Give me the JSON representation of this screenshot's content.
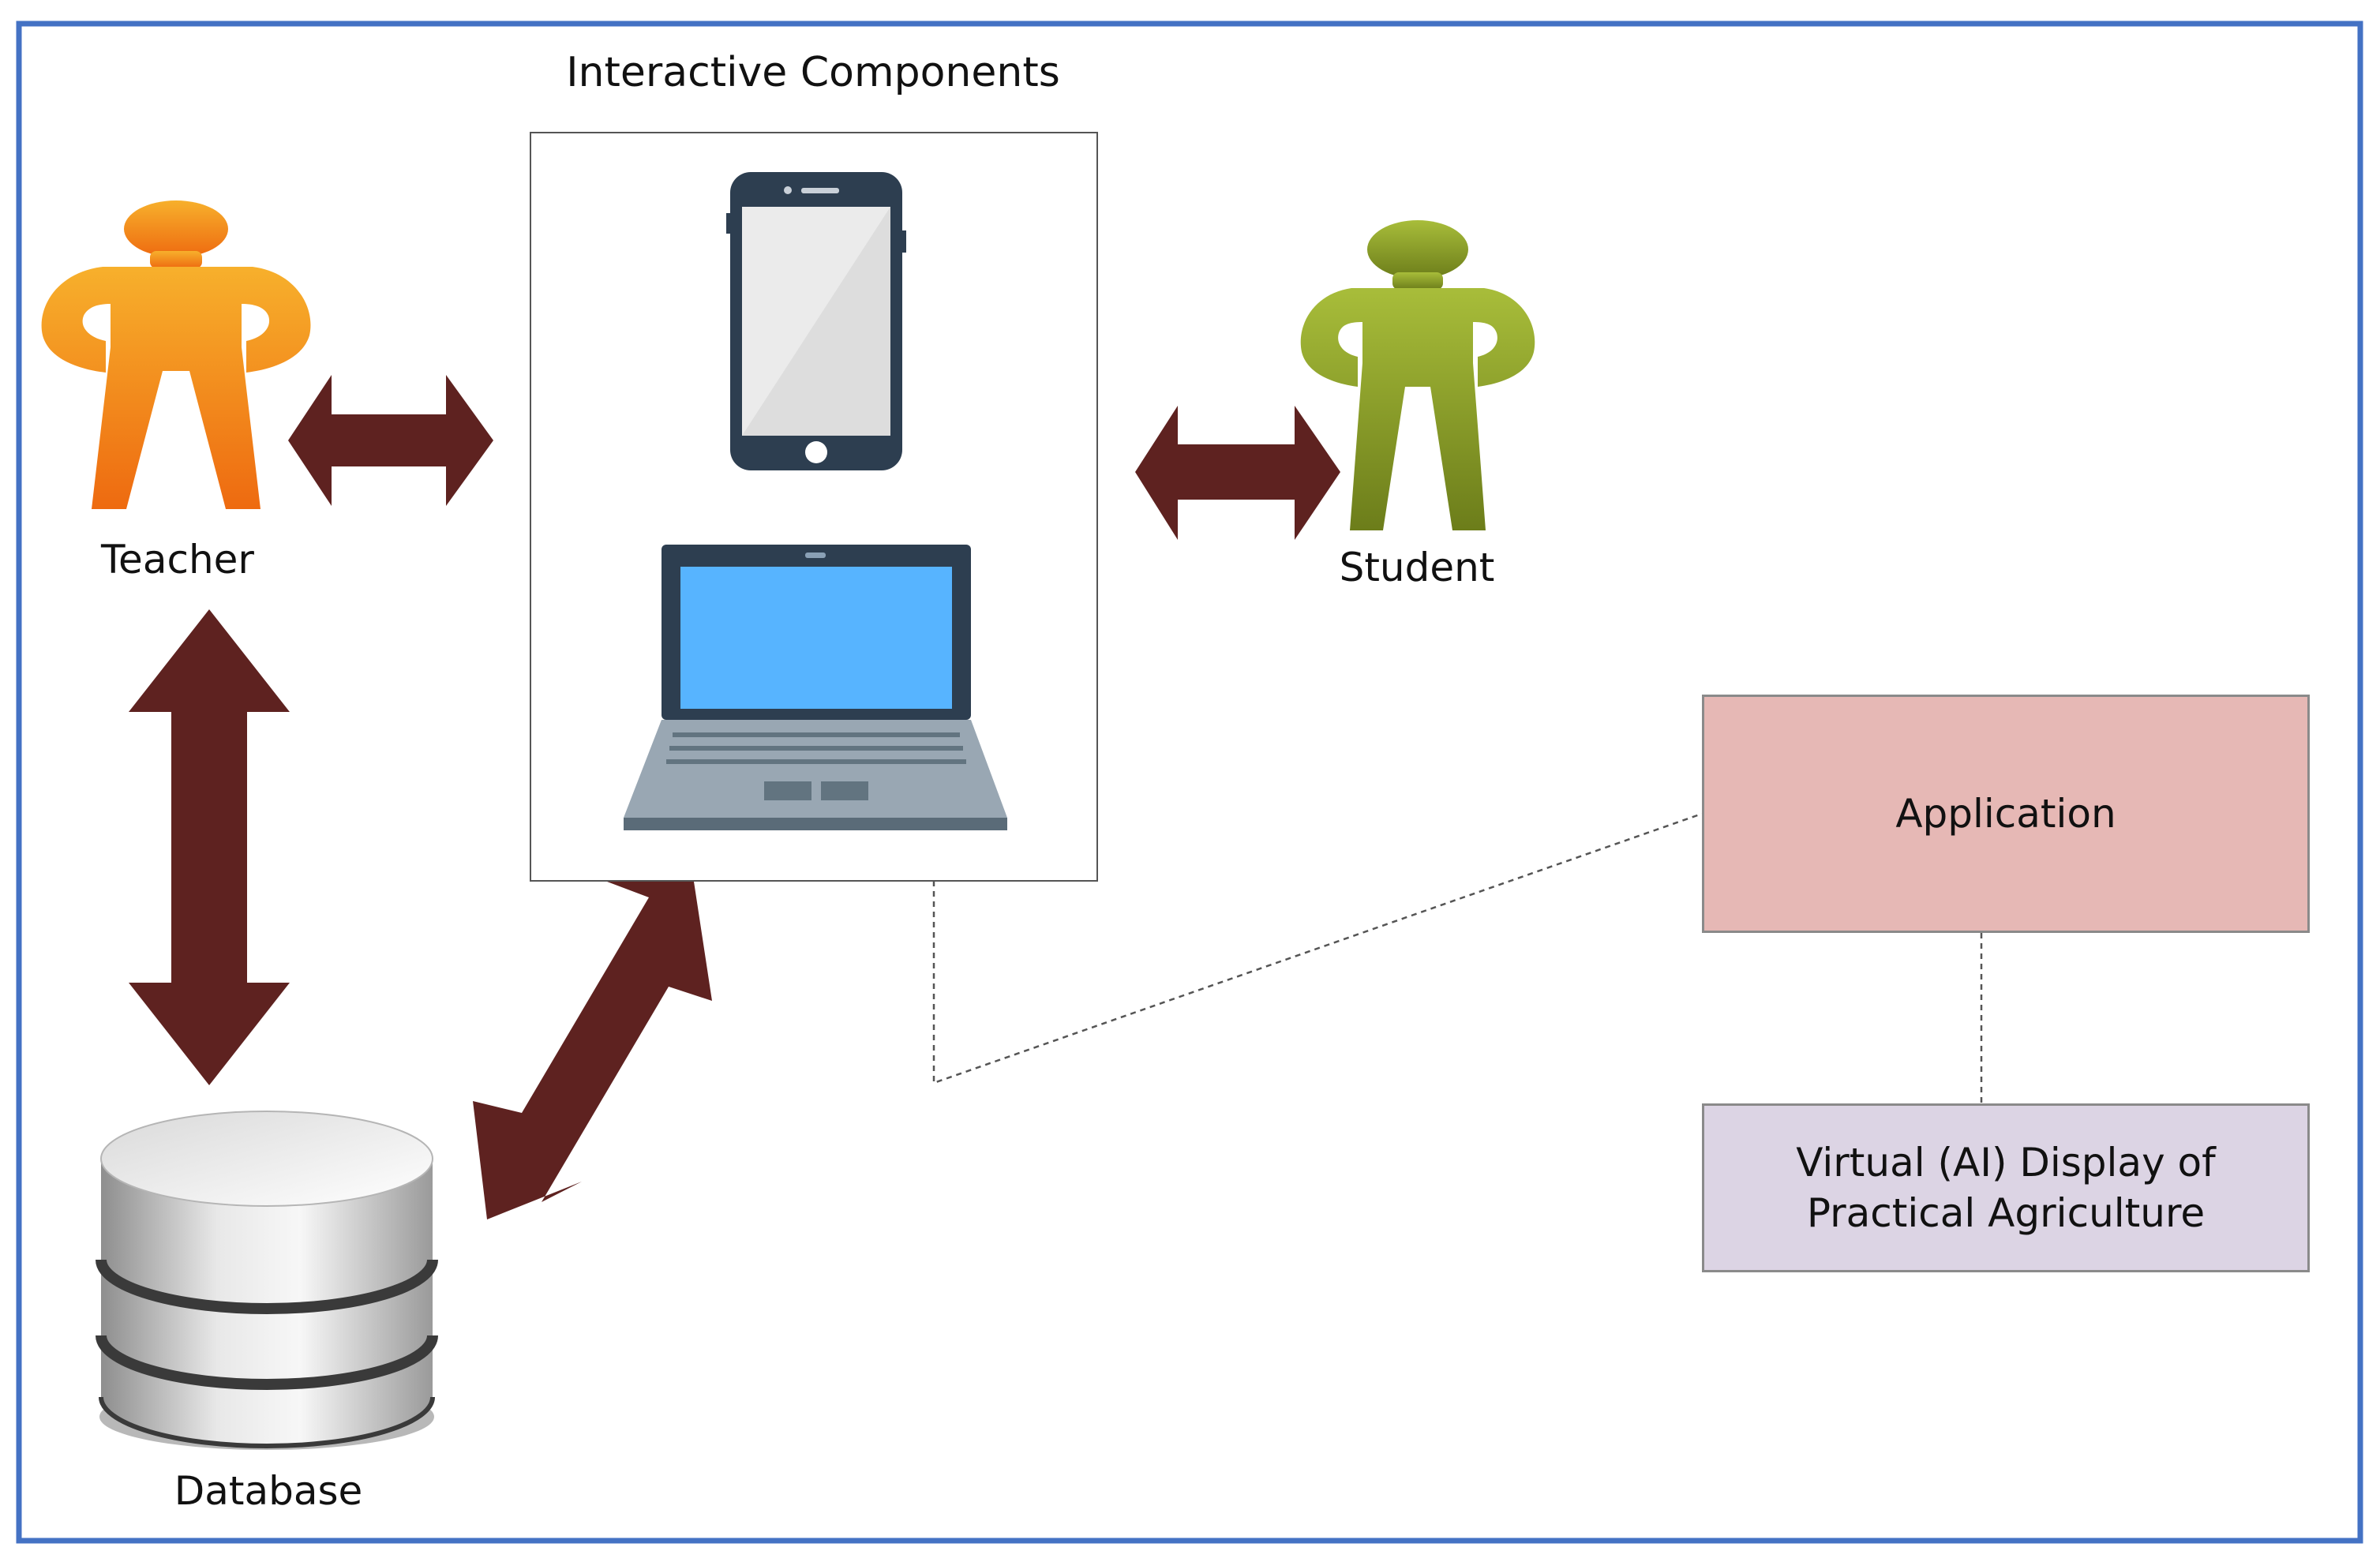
{
  "diagram": {
    "title": "Interactive Components",
    "nodes": {
      "teacher": "Teacher",
      "student": "Student",
      "database": "Database",
      "application": "Application",
      "virtual_display": "Virtual (AI) Display of\nPractical Agriculture"
    },
    "icons": {
      "teacher": "person-icon",
      "student": "person-icon",
      "database": "database-icon",
      "phone": "smartphone-icon",
      "laptop": "laptop-icon"
    },
    "colors": {
      "frame": "#4472c4",
      "arrow": "#5e2220",
      "teacher": "#f39a1e",
      "student": "#8aa12a",
      "application_fill": "#e6b8b5",
      "virtual_fill": "#dcd4e4",
      "device_dark": "#2d3e50",
      "laptop_screen": "#57b4ff"
    }
  }
}
